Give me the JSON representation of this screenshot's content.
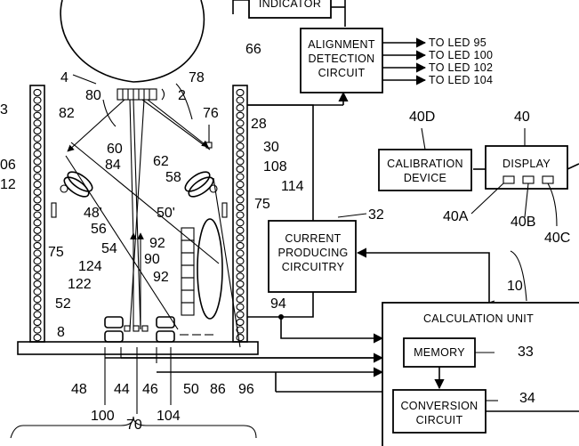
{
  "blocks": {
    "indicator": [
      "INDICATOR"
    ],
    "alignment": [
      "ALIGNMENT",
      "DETECTION",
      "CIRCUIT"
    ],
    "calibration": [
      "CALIBRATION",
      "DEVICE"
    ],
    "display": [
      "DISPLAY"
    ],
    "current": [
      "CURRENT",
      "PRODUCING",
      "CIRCUITRY"
    ],
    "calc": [
      "CALCULATION  UNIT"
    ],
    "memory": [
      "MEMORY"
    ],
    "conversion": [
      "CONVERSION",
      "CIRCUIT"
    ]
  },
  "outputs": [
    "TO  LED  95",
    "TO  LED  100",
    "TO  LED  102",
    "TO  LED  104"
  ],
  "refs": {
    "r2": "2",
    "r4": "4",
    "r8": "8",
    "r10": "10",
    "r28": "28",
    "r30": "30",
    "r32": "32",
    "r33": "33",
    "r34": "34",
    "r40": "40",
    "r40A": "40A",
    "r40B": "40B",
    "r40C": "40C",
    "r40D": "40D",
    "r44": "44",
    "r46": "46",
    "r48": "48",
    "r48p": "48'",
    "r50": "50",
    "r50p": "50'",
    "r52": "52",
    "r54": "54",
    "r56": "56",
    "r58": "58",
    "r60": "60",
    "r62": "62",
    "r66": "66",
    "r70": "70",
    "r75a": "75",
    "r75b": "75",
    "r76": "76",
    "r78": "78",
    "r80": "80",
    "r82": "82",
    "r84": "84",
    "r86": "86",
    "r90": "90",
    "r92a": "92",
    "r92b": "92",
    "r94": "94",
    "r96": "96",
    "r100": "100",
    "r104": "104",
    "r106": "06",
    "r108": "108",
    "r112": "12",
    "r114": "114",
    "r122": "122",
    "r124": "124",
    "r3": "3"
  }
}
